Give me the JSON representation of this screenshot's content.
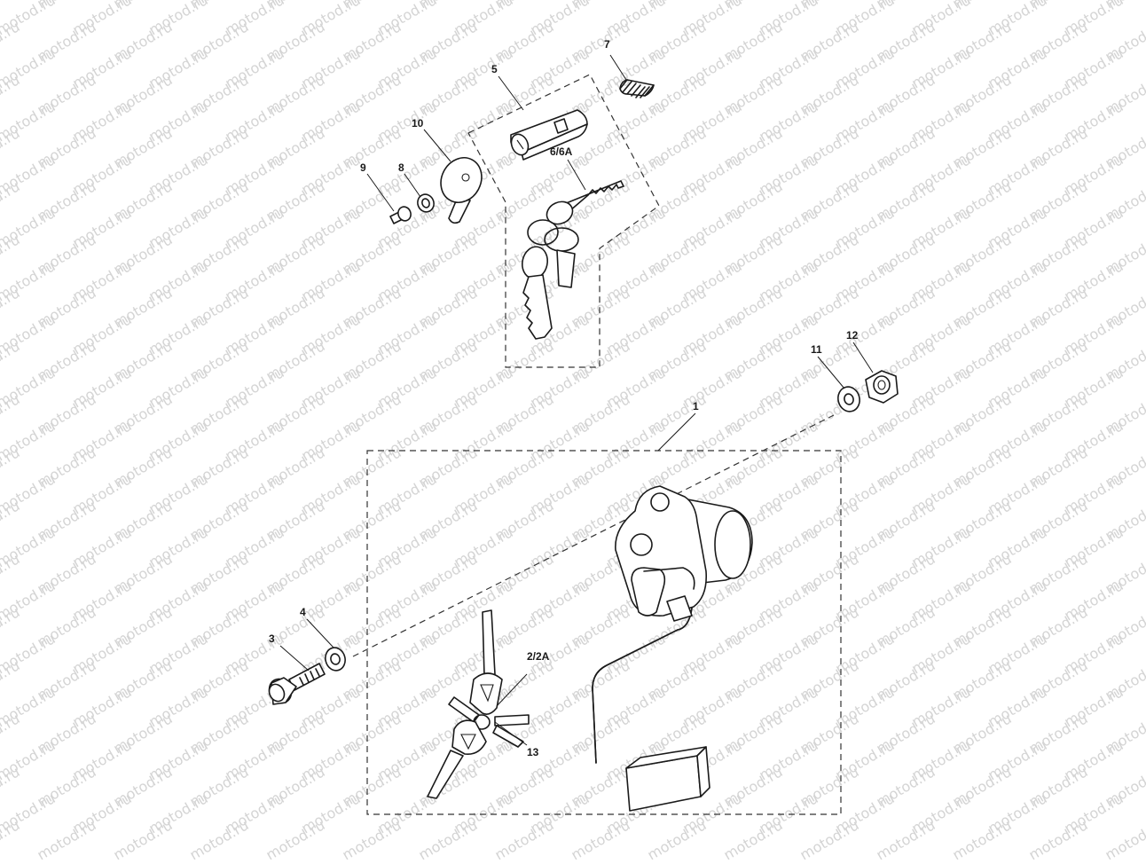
{
  "watermark": "motod.ru",
  "callouts": {
    "c1": "1",
    "c2": "2/2A",
    "c3": "3",
    "c4": "4",
    "c5": "5",
    "c6": "6/6A",
    "c7": "7",
    "c8": "8",
    "c9": "9",
    "c10": "10",
    "c11": "11",
    "c12": "12",
    "c13": "13"
  }
}
